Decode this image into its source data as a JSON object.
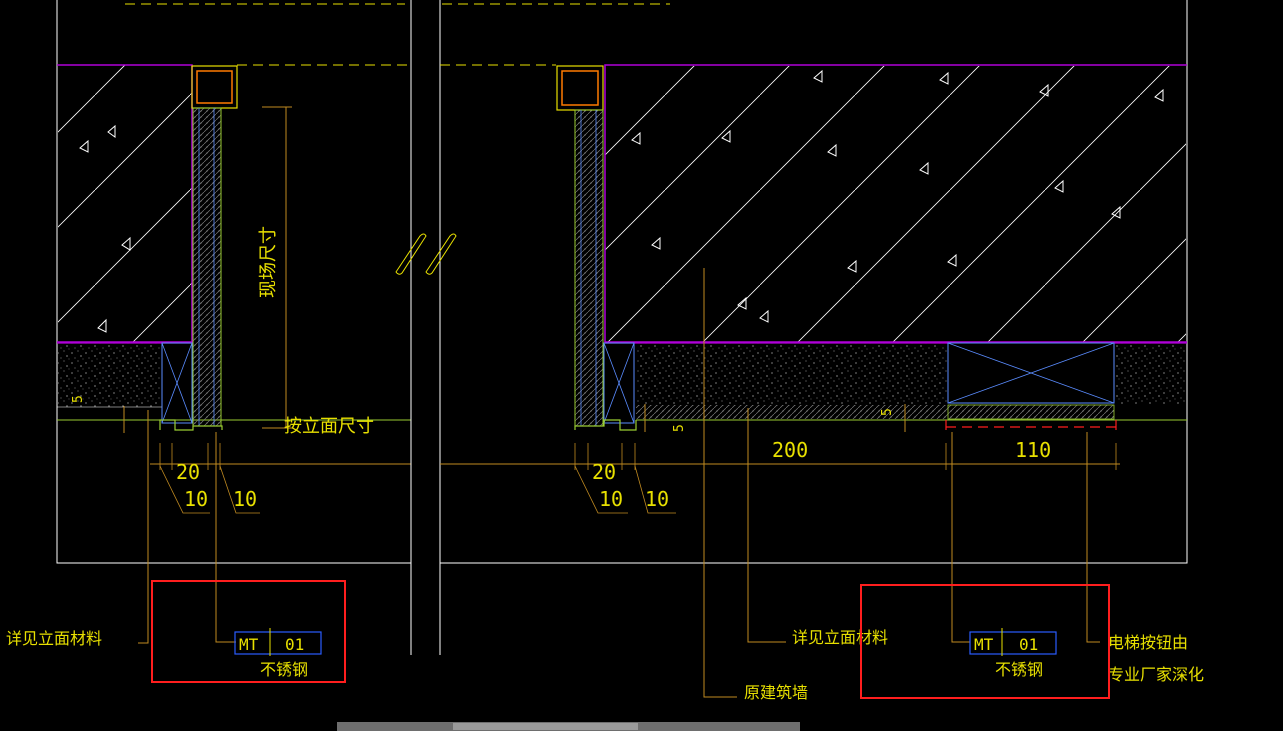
{
  "colors": {
    "background": "#000000",
    "frame": "#ffffff",
    "wall_outline": "#b000d8",
    "annotation": "#e8e000",
    "dimension": "#c08a20",
    "highlight_box": "#ff1e1e",
    "tag_box": "#2a5cff",
    "finish_line": "#9acd32",
    "concrete_fill": "#d0d0d0"
  },
  "annotations": {
    "left_site_dimension": "现场尺寸",
    "left_elevation_dimension": "按立面尺寸",
    "left_see_elevation_material": "详见立面材料",
    "right_see_elevation_material": "详见立面材料",
    "right_original_wall": "原建筑墙",
    "right_elevator_button_line1": "电梯按钮由",
    "right_elevator_button_line2": "专业厂家深化"
  },
  "dimensions": {
    "left_20": "20",
    "left_10a": "10",
    "left_10b": "10",
    "left_5": "5",
    "right_20": "20",
    "right_10a": "10",
    "right_10b": "10",
    "right_5a": "5",
    "right_5b": "5",
    "right_200": "200",
    "right_110": "110"
  },
  "tags": {
    "left": {
      "code": "MT",
      "number": "01",
      "material": "不锈钢"
    },
    "right": {
      "code": "MT",
      "number": "01",
      "material": "不锈钢"
    }
  }
}
